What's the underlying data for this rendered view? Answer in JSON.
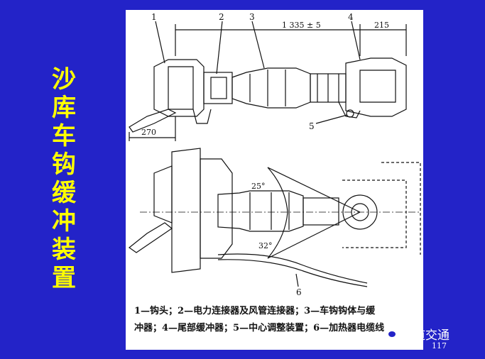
{
  "slide": {
    "title_chars": [
      "沙",
      "库",
      "车",
      "钩",
      "缓",
      "冲",
      "装",
      "置"
    ],
    "page_number": "117",
    "watermark": "轨道交通"
  },
  "diagram": {
    "labels": {
      "l1": "1",
      "l2": "2",
      "l3": "3",
      "l4": "4",
      "l5": "5",
      "l6": "6"
    },
    "dimensions": {
      "main_length": "1 335 ± 5",
      "tail_length": "215",
      "hook_offset": "270",
      "angle_upper": "25°",
      "angle_lower": "32°"
    },
    "caption_line1": "1—钩头；2—电力连接器及风管连接器；3—车钩钩体与缓",
    "caption_line2": "冲器；4—尾部缓冲器；5—中心调整装置；6—加热器电缆线"
  },
  "colors": {
    "background": "#2323c8",
    "title": "#ffff00",
    "panel": "#ffffff"
  }
}
